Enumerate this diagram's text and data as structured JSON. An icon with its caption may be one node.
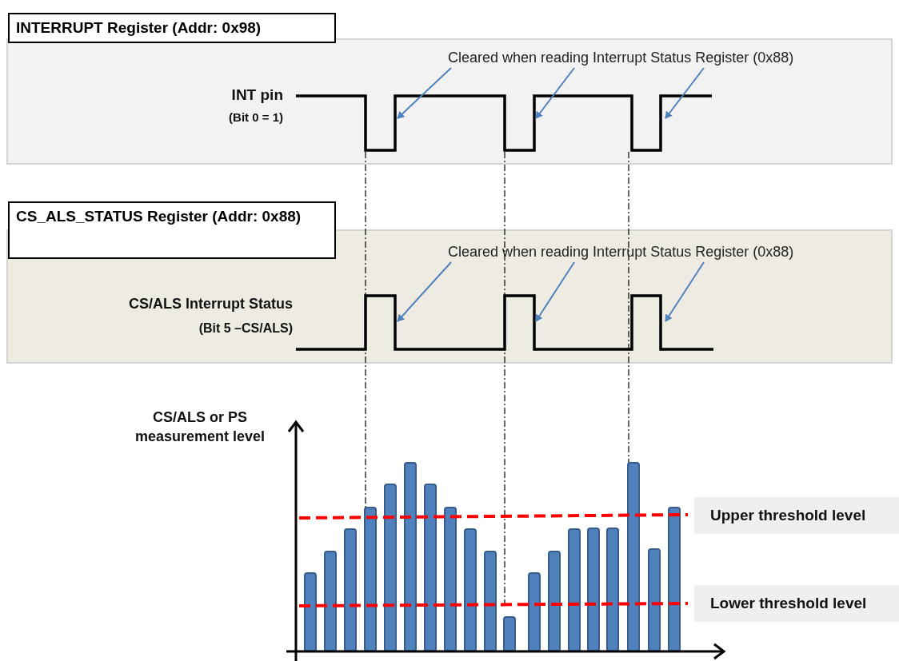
{
  "diagram": {
    "nodes": [
      {
        "text": [
          "INTERRUPT Register (Addr: 0x98)"
        ]
      },
      {
        "text": [
          "Cleared when reading Interrupt Status Register (0x88)"
        ],
        "in": 0
      },
      {
        "text": [
          "CS_ALS_STATUS Register (Addr: 0x88)"
        ]
      },
      {
        "text": [
          "Cleared when reading Interrupt Status Register (0x88)"
        ],
        "in": 2
      }
    ],
    "edges": [
      {
        "from": 1,
        "to": null,
        "arrow": "to"
      },
      {
        "from": 1,
        "to": null,
        "arrow": "to"
      },
      {
        "from": 1,
        "to": null,
        "arrow": "to"
      },
      {
        "from": 3,
        "to": null,
        "arrow": "to"
      },
      {
        "from": 3,
        "to": null,
        "arrow": "to"
      },
      {
        "from": 3,
        "to": null,
        "arrow": "to"
      }
    ],
    "labels": [
      "INT pin",
      "(Bit 0 = 1)",
      "CS/ALS Interrupt Status",
      "(Bit 5 –CS/ALS)",
      "CS/ALS or PS measurement level",
      "Upper threshold level",
      "Lower threshold level"
    ]
  }
}
